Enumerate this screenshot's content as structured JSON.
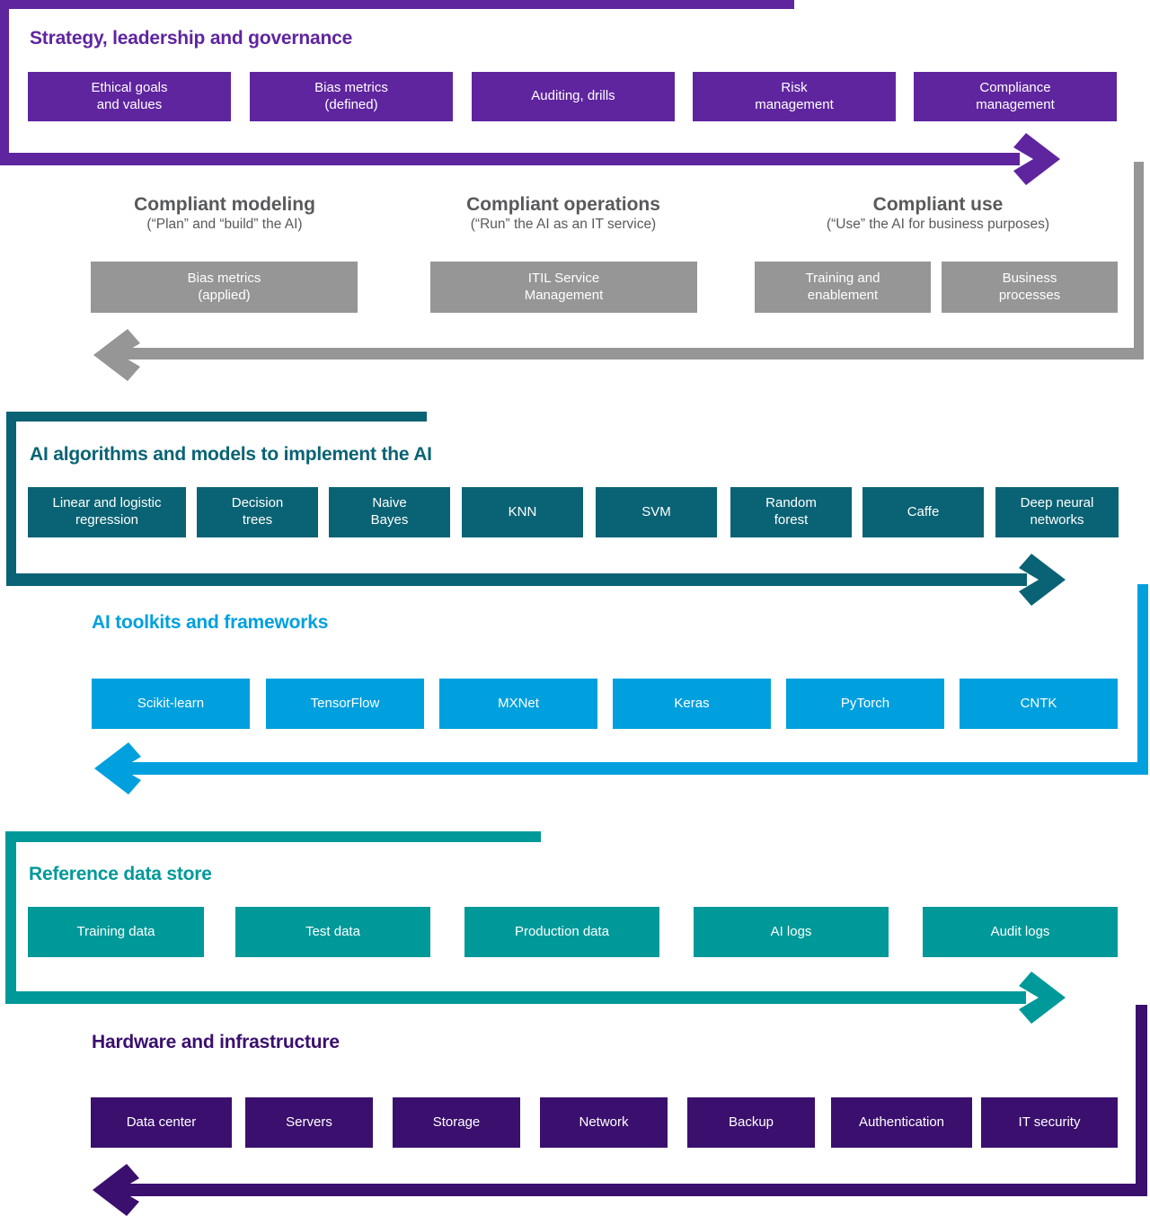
{
  "colors": {
    "purple": "#5F259F",
    "purple_dark": "#3A0F6E",
    "gray": "#969696",
    "teal_dark": "#0A6374",
    "teal": "#009999",
    "blue": "#00A0DF",
    "text_gray": "#58595b",
    "white": "#ffffff"
  },
  "bands": {
    "governance": {
      "title": "Strategy, leadership and governance",
      "title_color": "#5F259F",
      "chips": [
        "Ethical goals\nand values",
        "Bias metrics\n(defined)",
        "Auditing, drills",
        "Risk\nmanagement",
        "Compliance\nmanagement"
      ]
    },
    "compliance_stages": {
      "columns": [
        {
          "heading": "Compliant modeling",
          "subheading": "(“Plan” and “build” the AI)"
        },
        {
          "heading": "Compliant operations",
          "subheading": "(“Run” the AI as an IT service)"
        },
        {
          "heading": "Compliant use",
          "subheading": "(“Use” the AI for business purposes)"
        }
      ],
      "chips": [
        "Bias metrics\n(applied)",
        "ITIL Service\nManagement",
        "Training and\nenablement",
        "Business\nprocesses"
      ]
    },
    "algorithms": {
      "title": "AI algorithms and models to implement the AI",
      "title_color": "#0A6374",
      "chips": [
        "Linear and logistic\nregression",
        "Decision\ntrees",
        "Naive\nBayes",
        "KNN",
        "SVM",
        "Random\nforest",
        "Caffe",
        "Deep neural\nnetworks"
      ]
    },
    "toolkits": {
      "title": "AI toolkits and frameworks",
      "title_color": "#00A0DF",
      "chips": [
        "Scikit-learn",
        "TensorFlow",
        "MXNet",
        "Keras",
        "PyTorch",
        "CNTK"
      ]
    },
    "datastore": {
      "title": "Reference data store",
      "title_color": "#009999",
      "chips": [
        "Training data",
        "Test data",
        "Production data",
        "AI logs",
        "Audit logs"
      ]
    },
    "hardware": {
      "title": "Hardware and infrastructure",
      "title_color": "#3A0F6E",
      "chips": [
        "Data center",
        "Servers",
        "Storage",
        "Network",
        "Backup",
        "Authentication",
        "IT security"
      ]
    }
  }
}
